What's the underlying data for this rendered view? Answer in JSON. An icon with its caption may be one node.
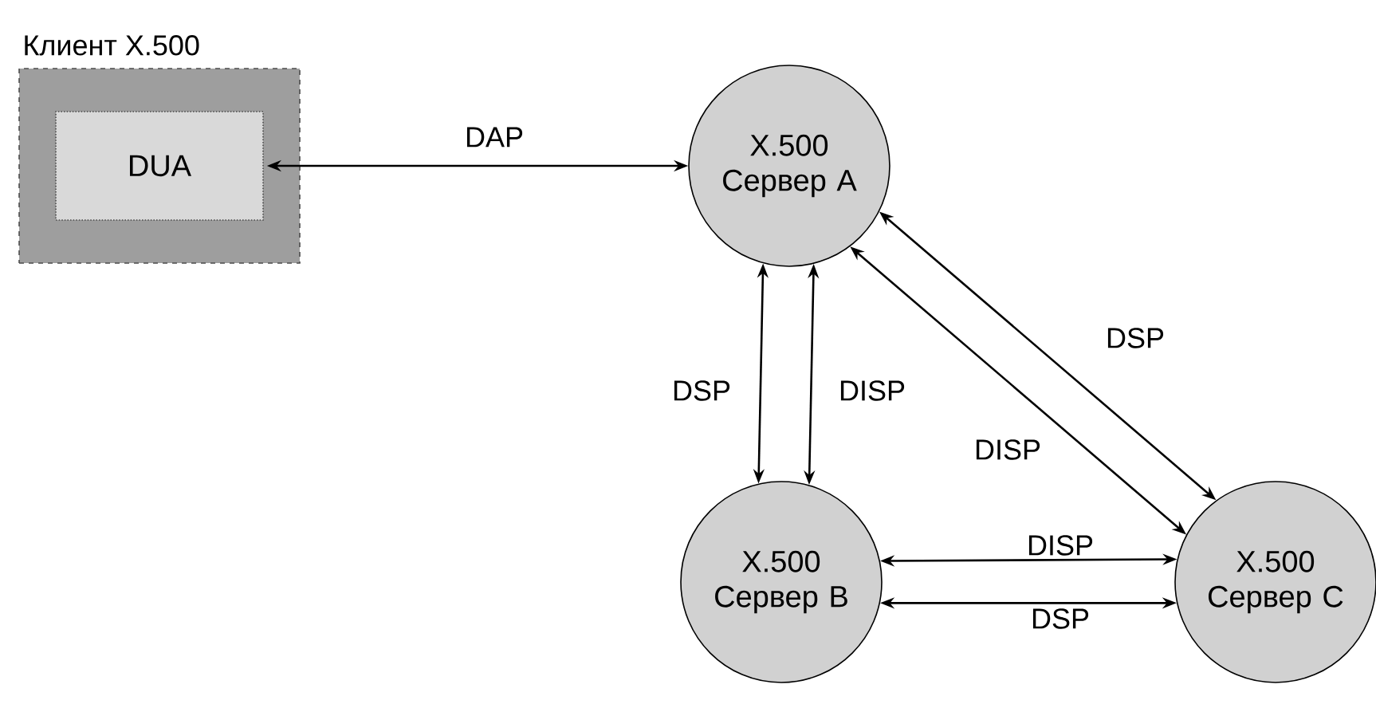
{
  "diagram": {
    "nodes": [
      {
        "text": [
          "Клиент X.500"
        ]
      },
      {
        "text": [
          "DUA"
        ],
        "in": 0
      },
      {
        "text": [
          "X.500 Сервер A"
        ]
      },
      {
        "text": [
          "X.500 Сервер B"
        ]
      },
      {
        "text": [
          "X.500 Сервер C"
        ]
      }
    ],
    "edges": [
      {
        "from": 1,
        "to": 2,
        "arrow": "both",
        "label": "DAP"
      },
      {
        "from": 2,
        "to": 3,
        "arrow": "both",
        "label": "DSP"
      },
      {
        "from": 2,
        "to": 3,
        "arrow": "both",
        "label": "DISP"
      },
      {
        "from": 2,
        "to": 4,
        "arrow": "both",
        "label": "DSP"
      },
      {
        "from": 2,
        "to": 4,
        "arrow": "both",
        "label": "DISP"
      },
      {
        "from": 3,
        "to": 4,
        "arrow": "both",
        "label": "DISP"
      },
      {
        "from": 3,
        "to": 4,
        "arrow": "both",
        "label": "DSP"
      }
    ]
  }
}
